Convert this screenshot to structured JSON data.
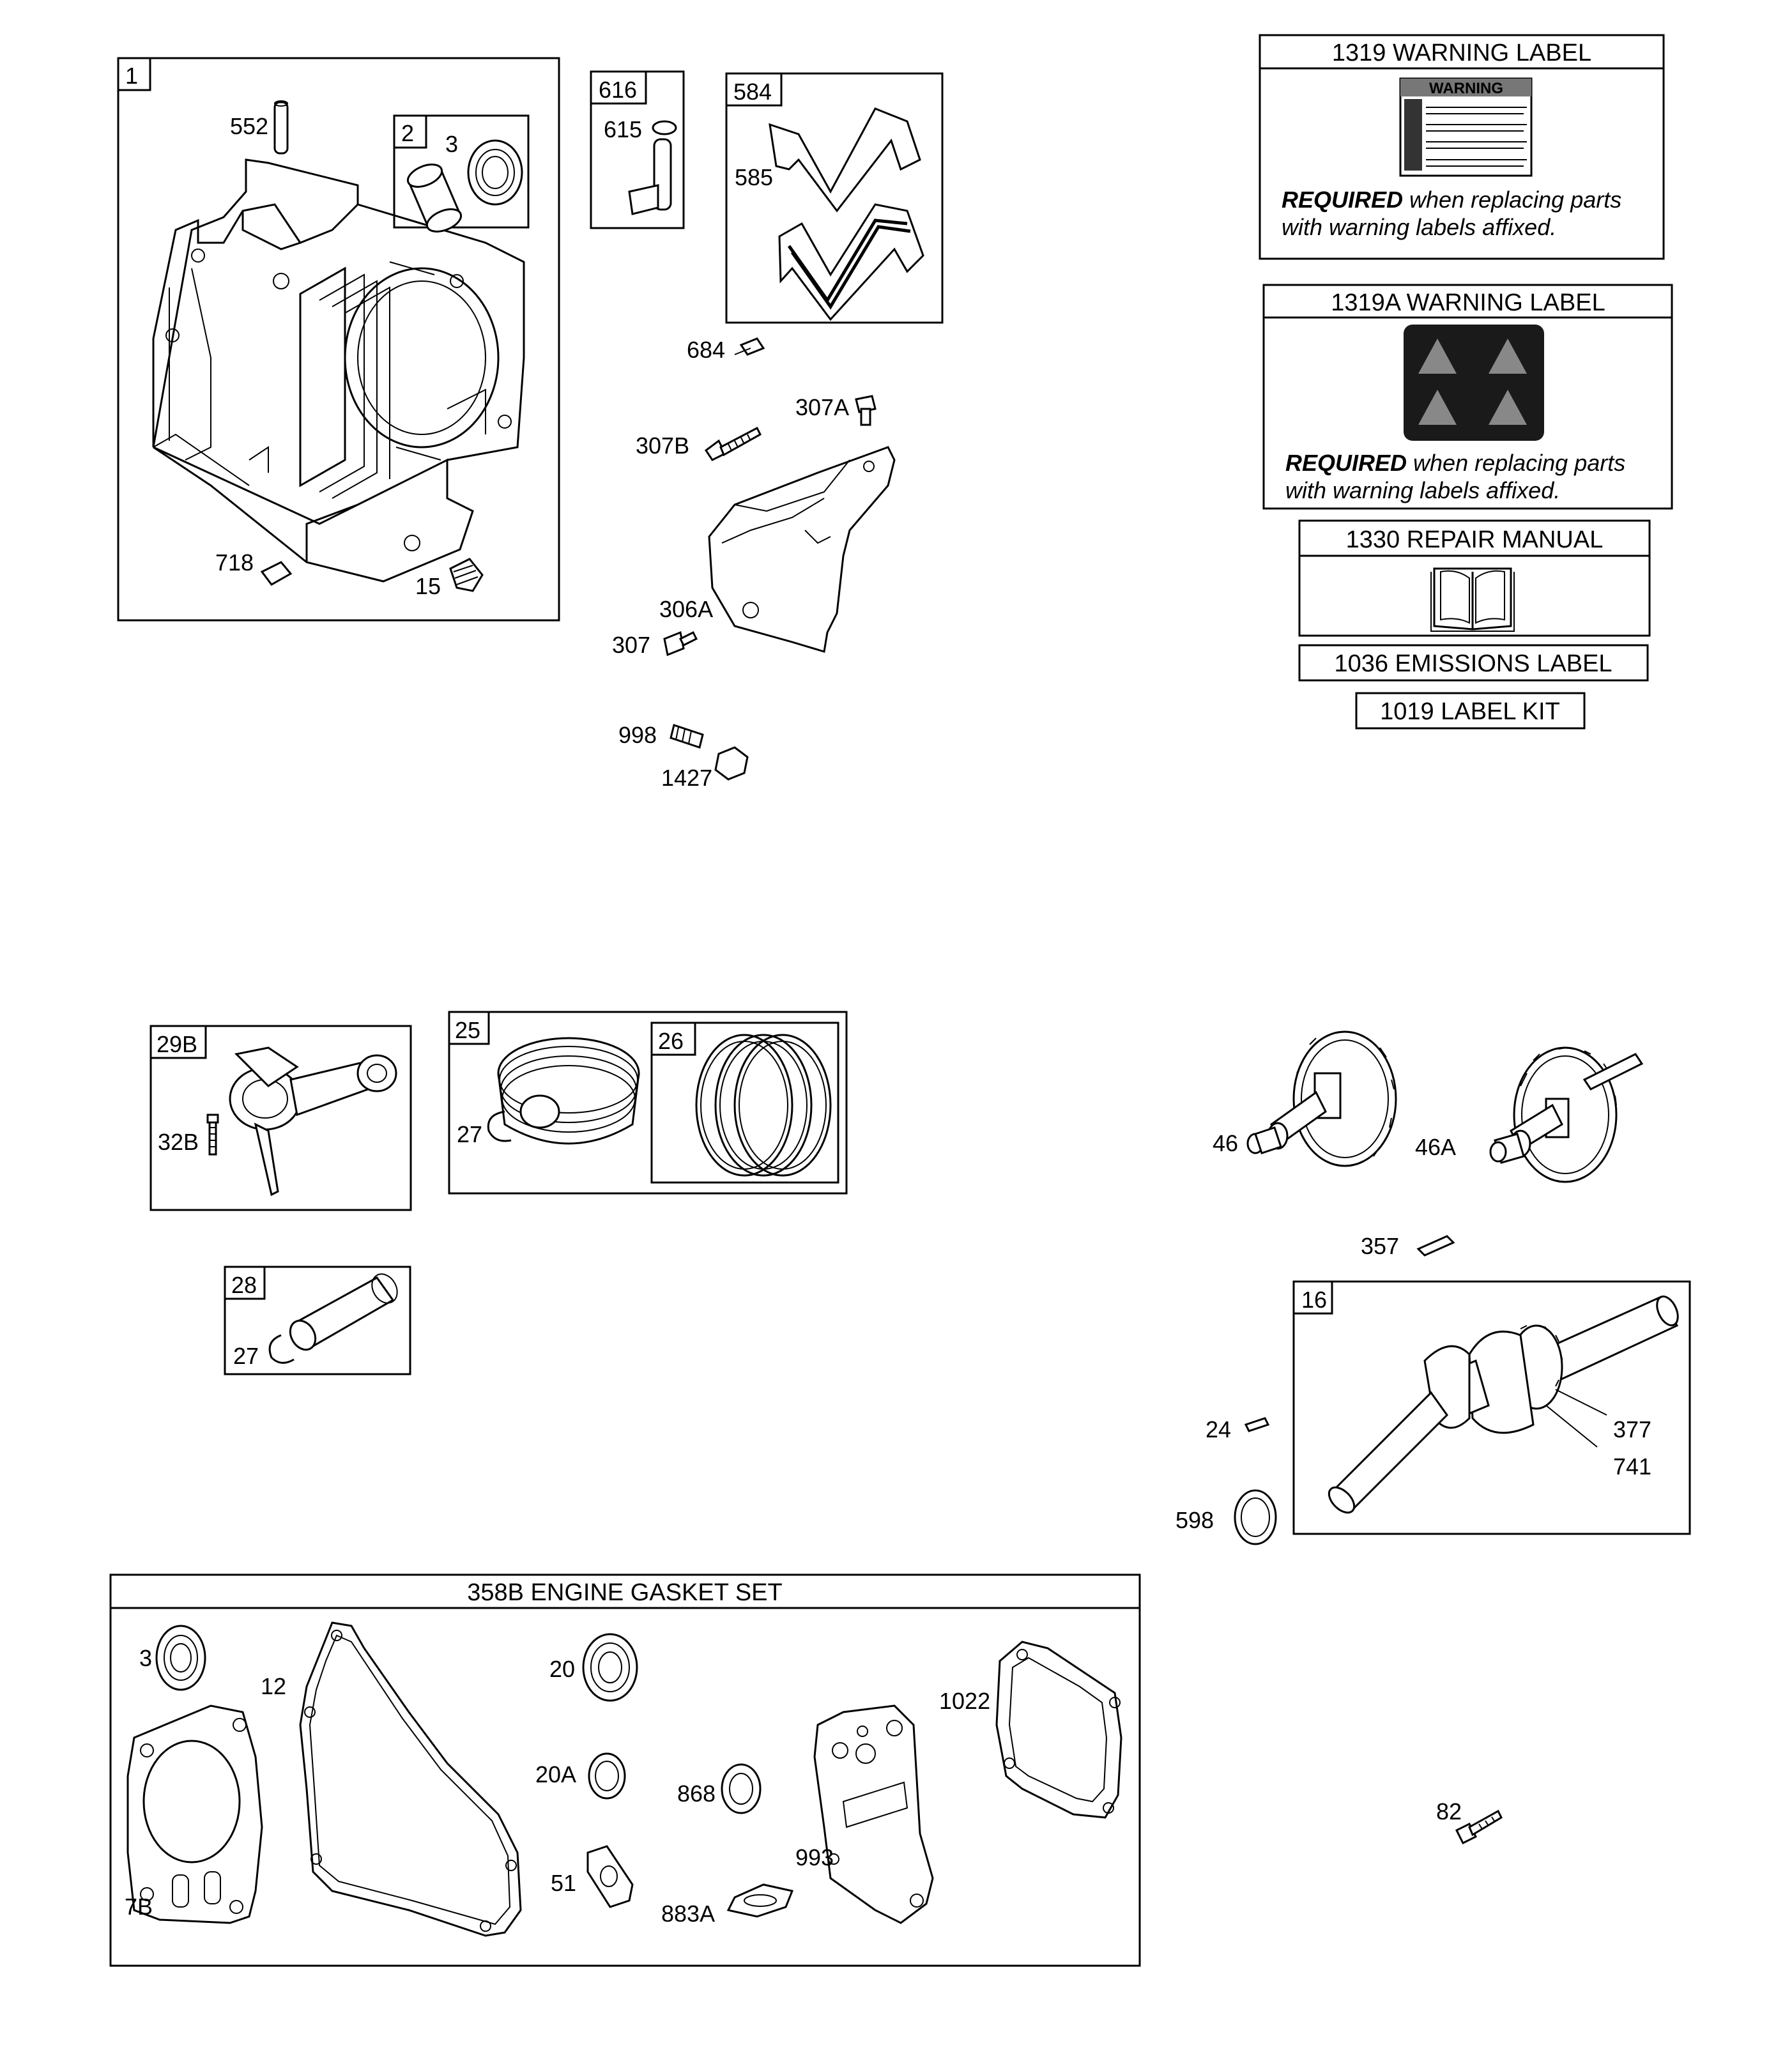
{
  "boxes": {
    "b1": "1",
    "b2": "2",
    "b616": "616",
    "b584": "584",
    "b29b": "29B",
    "b25": "25",
    "b26": "26",
    "b28": "28",
    "b16": "16"
  },
  "labels": {
    "p552": "552",
    "p3a": "3",
    "p615": "615",
    "p585": "585",
    "p684": "684",
    "p307a": "307A",
    "p307b": "307B",
    "p306a": "306A",
    "p307": "307",
    "p998": "998",
    "p1427": "1427",
    "p718": "718",
    "p15": "15",
    "p32b": "32B",
    "p27a": "27",
    "p27b": "27",
    "p46": "46",
    "p46a": "46A",
    "p357": "357",
    "p24": "24",
    "p598": "598",
    "p377": "377",
    "p741": "741",
    "p82": "82",
    "p3b": "3",
    "p12": "12",
    "p20": "20",
    "p20a": "20A",
    "p868": "868",
    "p51": "51",
    "p883a": "883A",
    "p993": "993",
    "p1022": "1022",
    "p7b": "7B"
  },
  "headers": {
    "h1319": "1319 WARNING LABEL",
    "h1319a": "1319A WARNING LABEL",
    "h1330": "1330 REPAIR MANUAL",
    "h1036": "1036 EMISSIONS LABEL",
    "h1019": "1019 LABEL KIT",
    "h358b": "358B ENGINE GASKET SET"
  },
  "required_note": {
    "bold": "REQUIRED",
    "line1_rest": " when replacing parts",
    "line2": "with warning labels affixed."
  },
  "warning_sticker": {
    "title": "WARNING"
  }
}
